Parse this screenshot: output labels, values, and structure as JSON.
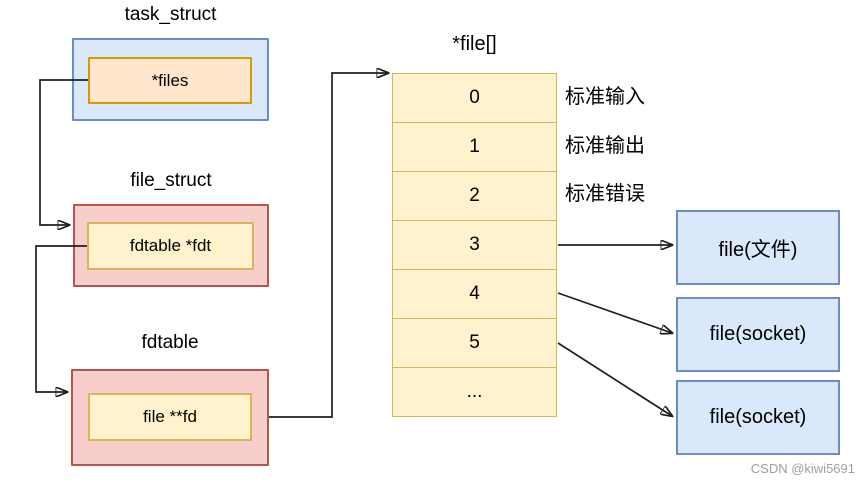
{
  "structs": {
    "task_struct": {
      "title": "task_struct",
      "field": "*files"
    },
    "file_struct": {
      "title": "file_struct",
      "field": "fdtable *fdt"
    },
    "fdtable": {
      "title": "fdtable",
      "field": "file **fd"
    }
  },
  "fd_array": {
    "title": "*file[]",
    "cells": [
      "0",
      "1",
      "2",
      "3",
      "4",
      "5",
      "..."
    ],
    "annotations": [
      "标准输入",
      "标准输出",
      "标准错误"
    ]
  },
  "file_objects": [
    {
      "label": "file(文件)"
    },
    {
      "label": "file(socket)"
    },
    {
      "label": "file(socket)"
    }
  ],
  "watermark": "CSDN @kiwi5691",
  "colors": {
    "blue_fill": "#dae8fc",
    "blue_stroke": "#6c8ebf",
    "pink_fill": "#f8cecc",
    "pink_stroke": "#b85450",
    "yellow_fill": "#fff2cc",
    "yellow_stroke": "#d6b656",
    "orange_fill": "#ffe6cc",
    "orange_stroke": "#d79b00",
    "connector": "#1f1f1f",
    "watermark_text": "#9aa0a6"
  }
}
